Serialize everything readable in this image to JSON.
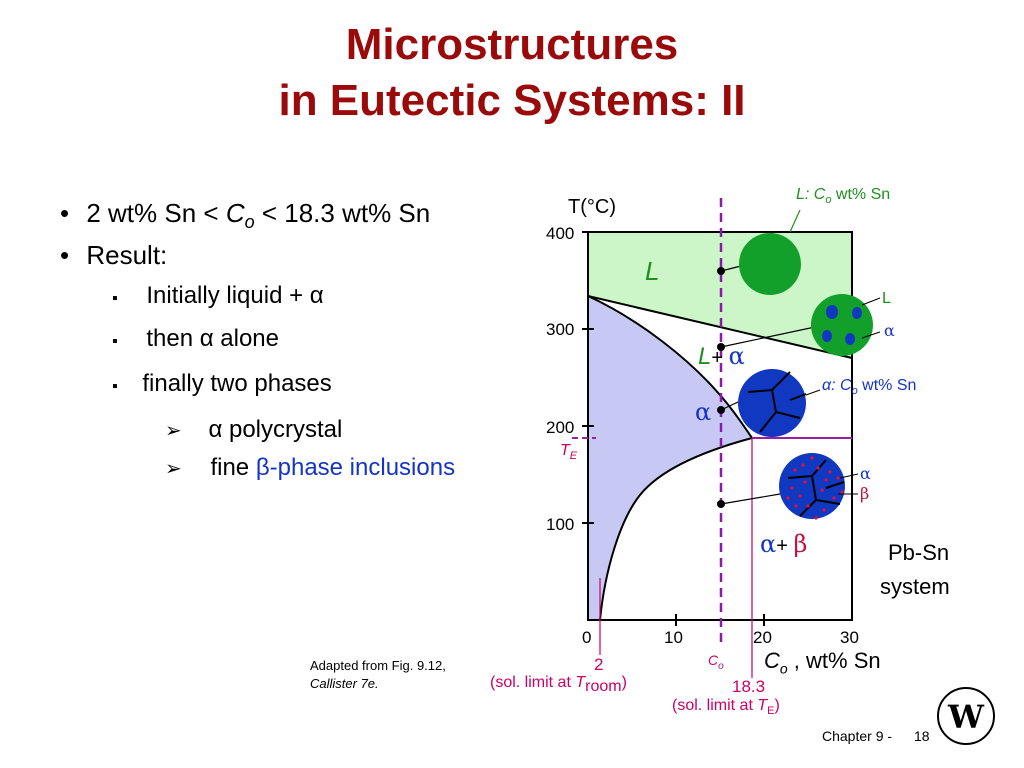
{
  "title": {
    "line1": "Microstructures",
    "line2": "in Eutectic Systems: II"
  },
  "bullets": {
    "b1_pre": "2 wt% Sn < ",
    "b1_c": "C",
    "b1_o": "o",
    "b1_post": " < 18.3 wt% Sn",
    "b2": "Result:",
    "s1": "Initially liquid + α",
    "s2": "then α alone",
    "s3": "finally two phases",
    "t1": "α polycrystal",
    "t2_pre": "fine ",
    "t2_beta": "β",
    "t2_post": "-phase inclusions",
    "square_marker": "▪",
    "arrow_marker": "➢",
    "dot_marker": "•"
  },
  "diagram": {
    "yaxis_label": "T(°C)",
    "y_ticks": [
      "400",
      "300",
      "200",
      "100"
    ],
    "x_ticks": [
      "0",
      "10",
      "20",
      "30"
    ],
    "xaxis_label_c": "C",
    "xaxis_label_o": "o",
    "xaxis_label_rest": " , wt% Sn",
    "te_label": "T",
    "te_sub": "E",
    "region_L": "L",
    "region_L_alpha_L": "L",
    "region_L_alpha_plus": "+ ",
    "region_L_alpha_alpha": "α",
    "region_alpha": "α",
    "region_alpha_beta_a": "α",
    "region_alpha_beta_plus": "+ ",
    "region_alpha_beta_b": "β",
    "liquid_label": "L:  C",
    "liquid_label_o": "o",
    "liquid_label_rest": " wt% Sn",
    "legend_L": "L",
    "legend_alpha1": "α",
    "alpha_comp_a": "α: C",
    "alpha_comp_o": "o",
    "alpha_comp_rest": " wt% Sn",
    "legend_alpha2": "α",
    "legend_beta": "β",
    "system_line1": "Pb-Sn",
    "system_line2": "system",
    "co_marker_c": "C",
    "co_marker_o": "o",
    "val_2": "2",
    "sol_limit_room_pre": "(sol. limit at ",
    "sol_limit_room_T": "T",
    "sol_limit_room_sub": "room",
    "sol_limit_room_post": ")",
    "val_18": "18.3",
    "sol_limit_te_pre": "(sol. limit at ",
    "sol_limit_te_T": "T",
    "sol_limit_te_sub": "E",
    "sol_limit_te_post": ")",
    "colors": {
      "liquid_region": "#ccf5c8",
      "alpha_region": "#c8c8f5",
      "liquid_sphere": "#12a02a",
      "alpha_sphere": "#1038c0",
      "beta_dots": "#e01040",
      "composition_line": "#8a1aa8",
      "eutectic_line": "#9b20a0",
      "title": "#9b0a0a"
    }
  },
  "footer": {
    "adapted_line1": "Adapted from Fig. 9.12,",
    "adapted_line2": "Callister 7e.",
    "chapter": "Chapter 9 -",
    "page": "18",
    "logo_letters": "W"
  }
}
